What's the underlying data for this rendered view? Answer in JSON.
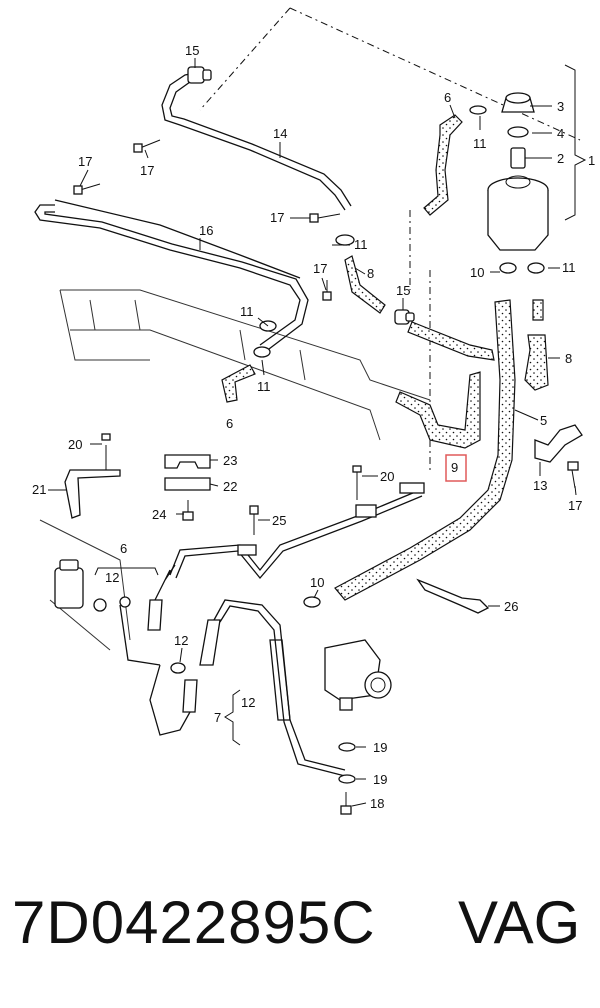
{
  "diagram": {
    "callouts": [
      {
        "id": "c15a",
        "text": "15"
      },
      {
        "id": "c14",
        "text": "14"
      },
      {
        "id": "c17a",
        "text": "17"
      },
      {
        "id": "c17b",
        "text": "17"
      },
      {
        "id": "c17c",
        "text": "17"
      },
      {
        "id": "c11a",
        "text": "11"
      },
      {
        "id": "c16",
        "text": "16"
      },
      {
        "id": "c17d",
        "text": "17"
      },
      {
        "id": "c8a",
        "text": "8"
      },
      {
        "id": "c15b",
        "text": "15"
      },
      {
        "id": "c11b",
        "text": "11"
      },
      {
        "id": "c11c",
        "text": "11"
      },
      {
        "id": "c6a",
        "text": "6"
      },
      {
        "id": "c6b",
        "text": "6"
      },
      {
        "id": "c11d",
        "text": "11"
      },
      {
        "id": "c3",
        "text": "3"
      },
      {
        "id": "c4",
        "text": "4"
      },
      {
        "id": "c2",
        "text": "2"
      },
      {
        "id": "c1",
        "text": "1"
      },
      {
        "id": "c10a",
        "text": "10"
      },
      {
        "id": "c11e",
        "text": "11"
      },
      {
        "id": "c8b",
        "text": "8"
      },
      {
        "id": "c5",
        "text": "5"
      },
      {
        "id": "c9",
        "text": "9"
      },
      {
        "id": "c13",
        "text": "13"
      },
      {
        "id": "c17e",
        "text": "17"
      },
      {
        "id": "c20a",
        "text": "20"
      },
      {
        "id": "c21",
        "text": "21"
      },
      {
        "id": "c23",
        "text": "23"
      },
      {
        "id": "c22",
        "text": "22"
      },
      {
        "id": "c24",
        "text": "24"
      },
      {
        "id": "c25",
        "text": "25"
      },
      {
        "id": "c20b",
        "text": "20"
      },
      {
        "id": "c6c",
        "text": "6"
      },
      {
        "id": "c12a",
        "text": "12"
      },
      {
        "id": "c10b",
        "text": "10"
      },
      {
        "id": "c26",
        "text": "26"
      },
      {
        "id": "c12b",
        "text": "12"
      },
      {
        "id": "c12c",
        "text": "12"
      },
      {
        "id": "c7",
        "text": "7"
      },
      {
        "id": "c19a",
        "text": "19"
      },
      {
        "id": "c19b",
        "text": "19"
      },
      {
        "id": "c18",
        "text": "18"
      }
    ],
    "highlighted_part": "9",
    "highlight_color": "#e05a5a"
  },
  "caption": {
    "part_number": "7D0422895C",
    "brand": "VAG"
  }
}
